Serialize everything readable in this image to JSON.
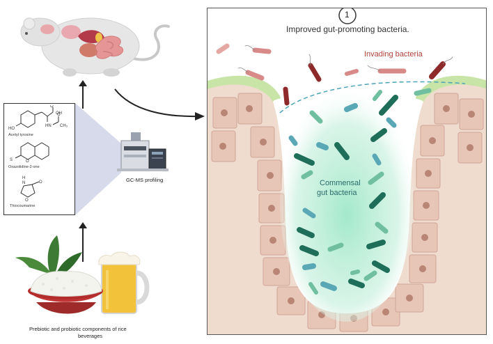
{
  "panel": {
    "step_number": "1",
    "title": "Improved gut-promoting bacteria.",
    "invading_label": "Invading bacteria",
    "commensal_label_line1": "Commensal",
    "commensal_label_line2": "gut bacteria"
  },
  "compounds": [
    {
      "name": "Acetyl tyrosine"
    },
    {
      "name": "Oxazolidine-2-one"
    },
    {
      "name": "Thiocoumarine"
    }
  ],
  "instrument_label": "GC-MS profiling",
  "beverage_label_line1": "Prebiotic and probiotic components of rice",
  "beverage_label_line2": "beverages",
  "colors": {
    "tissue": "#e8c9bb",
    "cell_nucleus": "#b98575",
    "villus_edge": "#c5e0a0",
    "glow": "#b5ead0",
    "bacteria_dark": "#1f6e5a",
    "bacteria_light": "#6fbfa0",
    "bacteria_blue": "#5aa8b5",
    "invader_red": "#8f2a2a",
    "invader_pink": "#d88a88",
    "invading_text": "#b2413a"
  }
}
